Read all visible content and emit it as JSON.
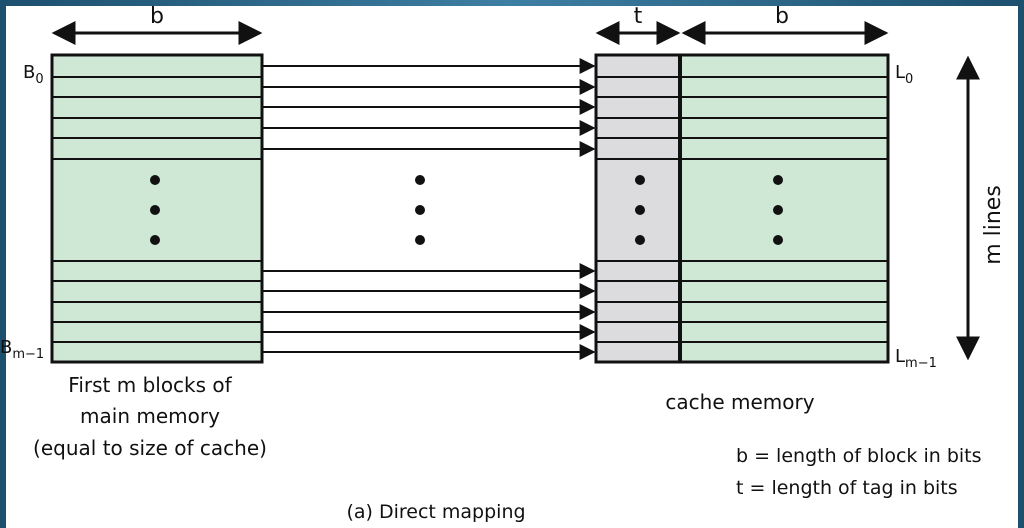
{
  "diagram": {
    "width_label_b": "b",
    "width_label_t": "t",
    "width_label_b_cache": "b",
    "block_first": "B",
    "block_first_sub": "0",
    "block_last": "B",
    "block_last_sub": "m−1",
    "line_first": "L",
    "line_first_sub": "0",
    "line_last": "L",
    "line_last_sub": "m−1",
    "m_lines": "m lines",
    "main_memory_caption": [
      "First m blocks of",
      "main memory",
      "(equal to size of cache)"
    ],
    "cache_caption": "cache memory",
    "legend": [
      "b = length of block in bits",
      "t = length of tag in bits"
    ],
    "figure_caption": "(a) Direct mapping"
  },
  "colors": {
    "block_fill": "#cfe8d6",
    "tag_fill": "#dcdcde",
    "frame": "#1e5a7a",
    "stroke": "#111111"
  }
}
